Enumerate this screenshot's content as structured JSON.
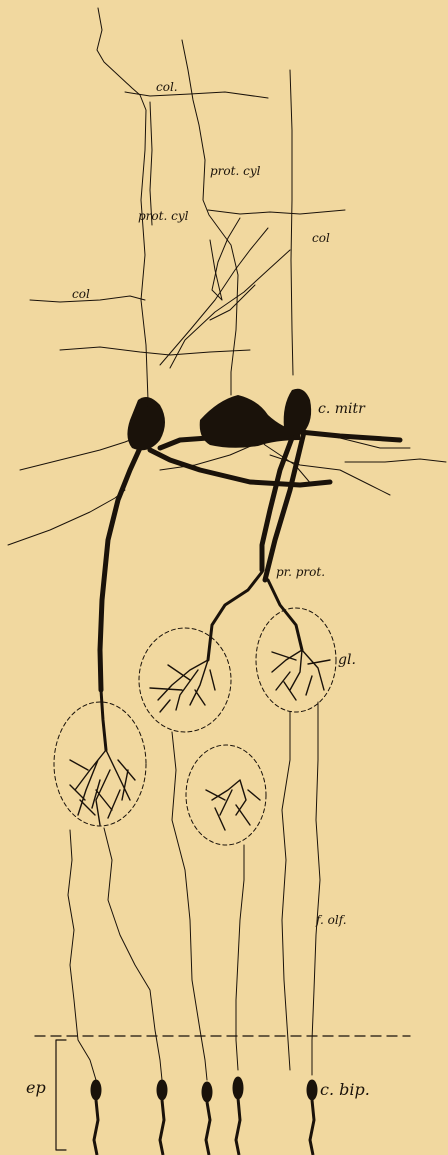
{
  "labels": {
    "col_top": "col.",
    "prot_cyl_right": "prot. cyl",
    "prot_cyl_left": "prot. cyl",
    "col_right": "col",
    "col_left": "col",
    "c_mitr": "c. mitr",
    "pr_prot": "pr. prot.",
    "gl": "gl.",
    "f_olf": "f. olf.",
    "ep": "ep",
    "c_bip": "c. bip."
  },
  "colors": {
    "background": "#f1d89f",
    "ink": "#1a120a"
  }
}
